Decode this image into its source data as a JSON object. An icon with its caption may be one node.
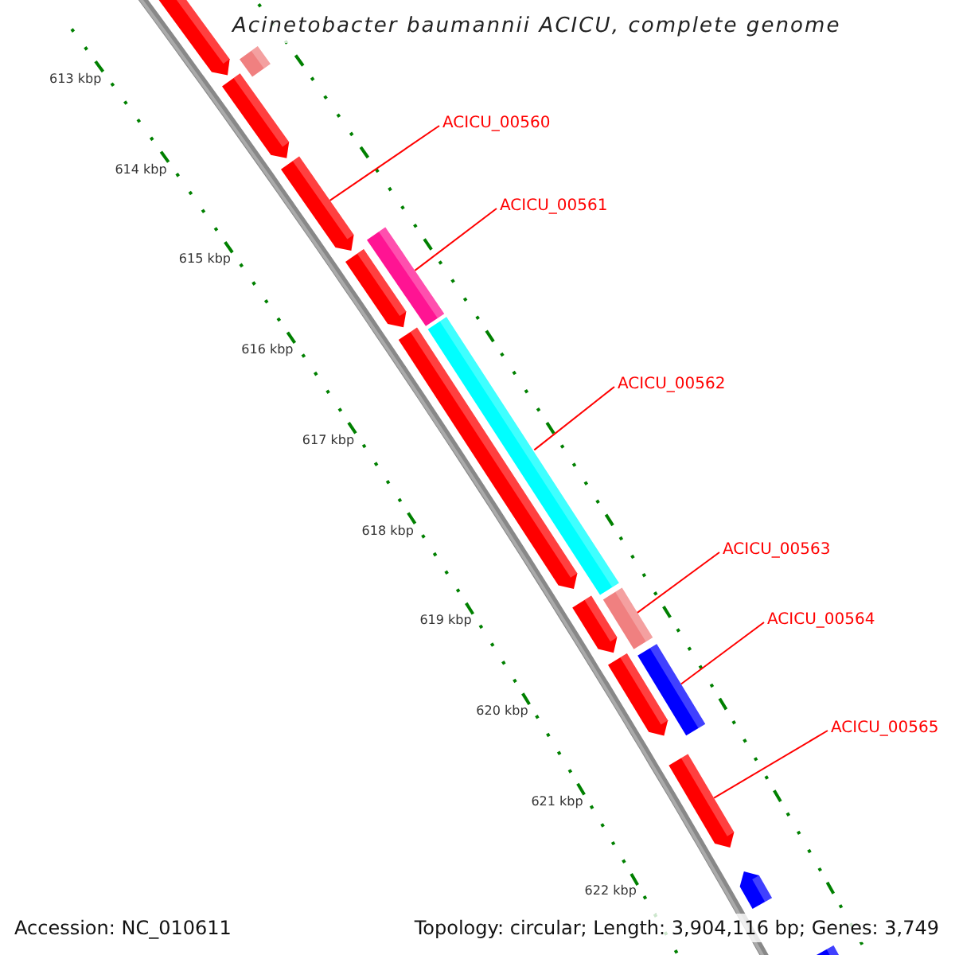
{
  "diagram": {
    "title": "Acinetobacter baumannii ACICU, complete genome",
    "nodes": [
      {
        "text": [
          "ACICU_00560"
        ]
      },
      {
        "text": [
          "ACICU_00561"
        ]
      },
      {
        "text": [
          "ACICU_00562"
        ]
      },
      {
        "text": [
          "ACICU_00563"
        ]
      },
      {
        "text": [
          "ACICU_00564"
        ]
      },
      {
        "text": [
          "ACICU_00565"
        ]
      },
      {
        "text": [],
        "shape": "arrow"
      },
      {
        "text": [],
        "shape": "box"
      },
      {
        "text": [],
        "shape": "arrow"
      },
      {
        "text": [],
        "shape": "arrow"
      },
      {
        "text": [],
        "shape": "box"
      },
      {
        "text": [],
        "shape": "arrow"
      },
      {
        "text": [],
        "shape": "arrow"
      },
      {
        "text": [],
        "shape": "box"
      },
      {
        "text": [],
        "shape": "arrow"
      },
      {
        "text": [],
        "shape": "box"
      },
      {
        "text": [],
        "shape": "arrow"
      },
      {
        "text": [],
        "shape": "box"
      },
      {
        "text": [],
        "shape": "arrow"
      },
      {
        "text": [],
        "shape": "arrow"
      },
      {
        "text": [],
        "shape": "box"
      }
    ],
    "edges": [
      {
        "from": 0,
        "to": 9,
        "arrow": "none"
      },
      {
        "from": 1,
        "to": 10,
        "arrow": "none"
      },
      {
        "from": 2,
        "to": 13,
        "arrow": "none"
      },
      {
        "from": 3,
        "to": 15,
        "arrow": "none"
      },
      {
        "from": 4,
        "to": 17,
        "arrow": "none"
      },
      {
        "from": 5,
        "to": 18,
        "arrow": "none"
      }
    ],
    "labels": [
      "613 kbp",
      "614 kbp",
      "615 kbp",
      "616 kbp",
      "617 kbp",
      "618 kbp",
      "619 kbp",
      "620 kbp",
      "621 kbp",
      "622 kbp",
      "Accession: NC_010611",
      "Topology: circular; Length: 3,904,116 bp; Genes: 3,749"
    ]
  }
}
